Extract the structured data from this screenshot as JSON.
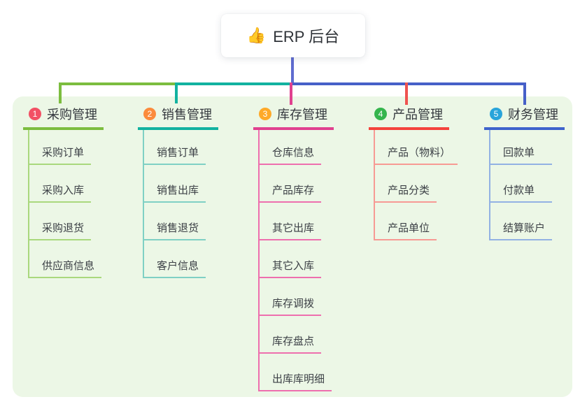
{
  "root": {
    "icon_glyph": "👍",
    "label": "ERP 后台"
  },
  "branches": [
    {
      "index": "1",
      "label": "采购管理",
      "badge_color": "#f25064",
      "line_color": "#7cbd3f",
      "child_line_color": "#a9d87d",
      "children": [
        "采购订单",
        "采购入库",
        "采购退货",
        "供应商信息"
      ]
    },
    {
      "index": "2",
      "label": "销售管理",
      "badge_color": "#fb8b3c",
      "line_color": "#12b2a0",
      "child_line_color": "#7fd0c4",
      "children": [
        "销售订单",
        "销售出库",
        "销售退货",
        "客户信息"
      ]
    },
    {
      "index": "3",
      "label": "库存管理",
      "badge_color": "#fea928",
      "line_color": "#e0418f",
      "child_line_color": "#ee6fae",
      "children": [
        "仓库信息",
        "产品库存",
        "其它出库",
        "其它入库",
        "库存调拨",
        "库存盘点",
        "出库库明细"
      ]
    },
    {
      "index": "4",
      "label": "产品管理",
      "badge_color": "#35b54d",
      "line_color": "#f4433c",
      "child_line_color": "#f79a94",
      "children": [
        "产品（物料）",
        "产品分类",
        "产品单位"
      ]
    },
    {
      "index": "5",
      "label": "财务管理",
      "badge_color": "#29a4da",
      "line_color": "#3e63cc",
      "child_line_color": "#92b1e3",
      "children": [
        "回款单",
        "付款单",
        "结算账户"
      ]
    }
  ],
  "colors": {
    "canvas_background": "#ffffff",
    "panel_background": "#ecf7e6",
    "root_connector": "#5f6cd0",
    "right_bus": "#4660c8"
  }
}
